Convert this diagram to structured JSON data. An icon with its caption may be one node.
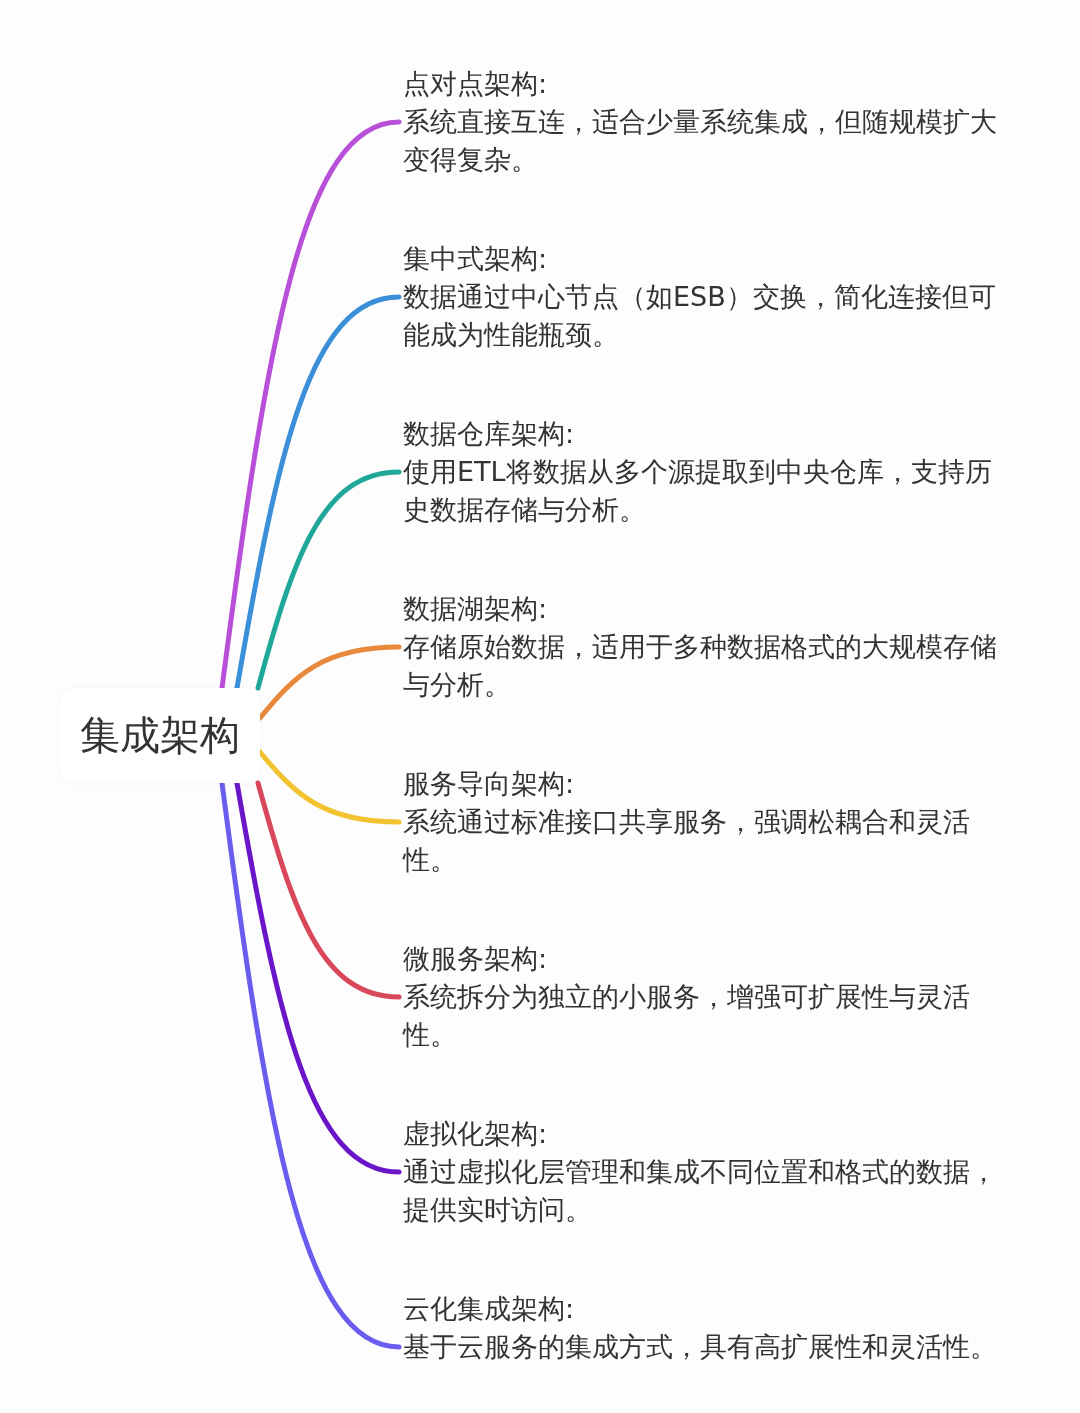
{
  "diagram": {
    "nodes": [
      {
        "text": [
          "集成架构"
        ]
      },
      {
        "text": [
          "点对点架构:",
          "系统直接互连，适合少量系统集成，但随规模扩大变得复杂。"
        ]
      },
      {
        "text": [
          "集中式架构:",
          "数据通过中心节点（如ESB）交换，简化连接但可能成为性能瓶颈。"
        ]
      },
      {
        "text": [
          "数据仓库架构:",
          "使用ETL将数据从多个源提取到中央仓库，支持历史数据存储与分析。"
        ]
      },
      {
        "text": [
          "数据湖架构:",
          "存储原始数据，适用于多种数据格式的大规模存储与分析。"
        ]
      },
      {
        "text": [
          "服务导向架构:",
          "系统通过标准接口共享服务，强调松耦合和灵活性。"
        ]
      },
      {
        "text": [
          "微服务架构:",
          "系统拆分为独立的小服务，增强可扩展性与灵活性。"
        ]
      },
      {
        "text": [
          "虚拟化架构:",
          "通过虚拟化层管理和集成不同位置和格式的数据，提供实时访问。"
        ]
      },
      {
        "text": [
          "云化集成架构:",
          "基于云服务的集成方式，具有高扩展性和灵活性。"
        ]
      }
    ],
    "edges": [
      {
        "from": 0,
        "to": 1,
        "arrow": "none",
        "color": "#b84fd9"
      },
      {
        "from": 0,
        "to": 2,
        "arrow": "none",
        "color": "#3b8fd9"
      },
      {
        "from": 0,
        "to": 3,
        "arrow": "none",
        "color": "#1fa89a"
      },
      {
        "from": 0,
        "to": 4,
        "arrow": "none",
        "color": "#e8883a"
      },
      {
        "from": 0,
        "to": 5,
        "arrow": "none",
        "color": "#f2c230"
      },
      {
        "from": 0,
        "to": 6,
        "arrow": "none",
        "color": "#d9485a"
      },
      {
        "from": 0,
        "to": 7,
        "arrow": "none",
        "color": "#6a16c8"
      },
      {
        "from": 0,
        "to": 8,
        "arrow": "none",
        "color": "#6b5cf0"
      }
    ]
  }
}
